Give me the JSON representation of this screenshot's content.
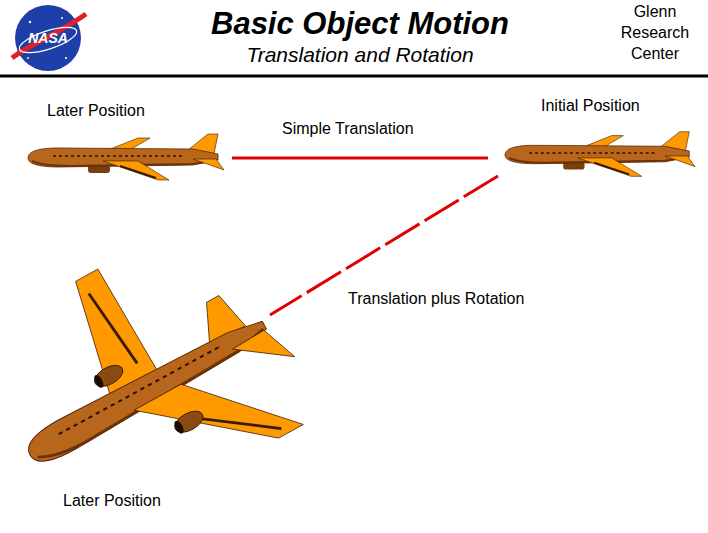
{
  "diagram": {
    "title": "Basic Object Motion",
    "labels": [
      "NASA",
      "Translation and Rotation",
      "Glenn Research Center",
      "Later Position",
      "Simple Translation",
      "Initial Position",
      "Translation plus Rotation",
      "Later Position"
    ]
  }
}
